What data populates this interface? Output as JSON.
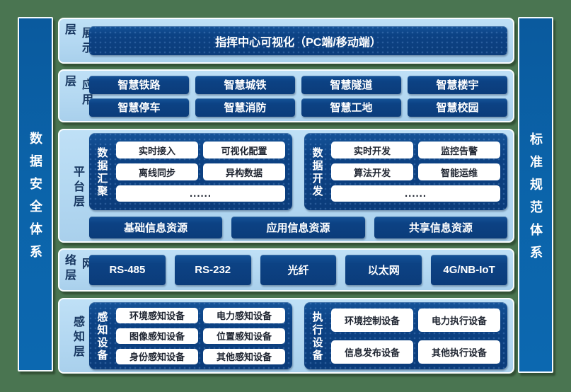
{
  "left_bar": {
    "text": "数据安全体系"
  },
  "right_bar": {
    "text": "标准规范体系"
  },
  "layers": [
    {
      "label": "展示层",
      "box": "指挥中心可视化（PC端/移动端）"
    },
    {
      "label": "应用层",
      "items": [
        "智慧铁路",
        "智慧城铁",
        "智慧隧道",
        "智慧楼宇",
        "智慧停车",
        "智慧消防",
        "智慧工地",
        "智慧校园"
      ]
    },
    {
      "label": "平台层",
      "groups": [
        {
          "title": "数据汇聚",
          "items": [
            "实时接入",
            "可视化配置",
            "离线同步",
            "异构数据"
          ],
          "more": "......"
        },
        {
          "title": "数据开发",
          "items": [
            "实时开发",
            "监控告警",
            "算法开发",
            "智能运维"
          ],
          "more": "......"
        }
      ],
      "resources": [
        "基础信息资源",
        "应用信息资源",
        "共享信息资源"
      ]
    },
    {
      "label": "网络层",
      "items": [
        "RS-485",
        "RS-232",
        "光纤",
        "以太网",
        "4G/NB-IoT"
      ]
    },
    {
      "label": "感知层",
      "groups": [
        {
          "title": "感知设备",
          "items": [
            "环境感知设备",
            "电力感知设备",
            "图像感知设备",
            "位置感知设备",
            "身份感知设备",
            "其他感知设备"
          ]
        },
        {
          "title": "执行设备",
          "items": [
            "环境控制设备",
            "电力执行设备",
            "信息发布设备",
            "其他执行设备"
          ]
        }
      ]
    }
  ],
  "colors": {
    "background_green": "#4a7551",
    "bar_blue": "#0b63a9",
    "panel_light_blue": "#b2d7f1",
    "box_navy": "#0c4284",
    "chip_white": "#ffffff"
  }
}
